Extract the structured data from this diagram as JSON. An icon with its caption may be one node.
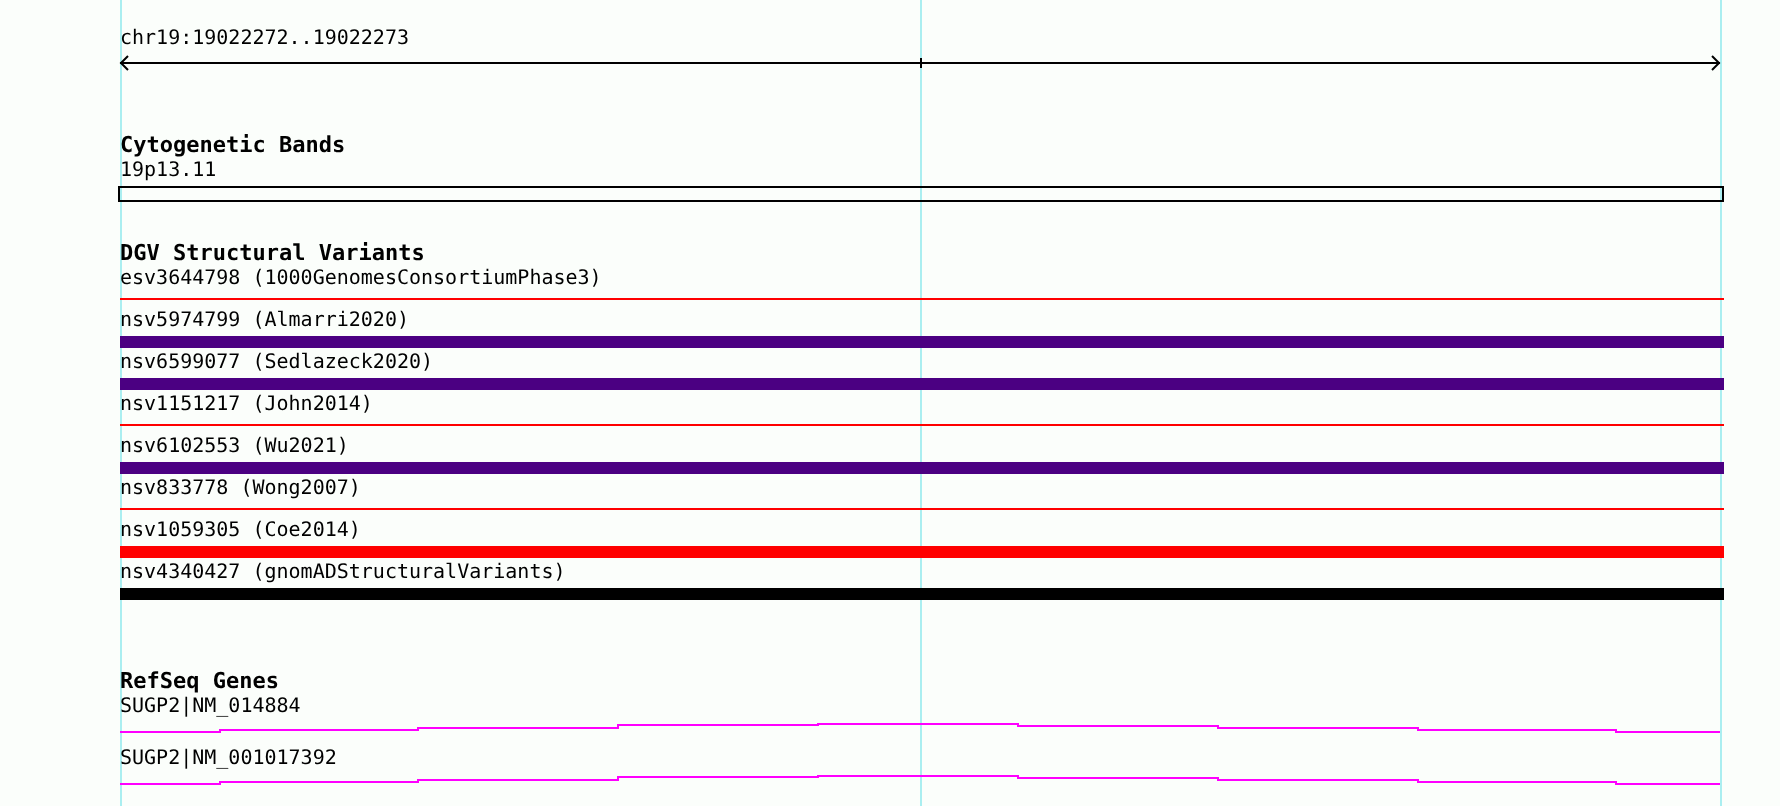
{
  "diagram": {
    "labels": [
      "chr19:19022272..19022273",
      "Cytogenetic Bands",
      "19p13.11",
      "DGV Structural Variants",
      "esv3644798 (1000GenomesConsortiumPhase3)",
      "nsv5974799 (Almarri2020)",
      "nsv6599077 (Sedlazeck2020)",
      "nsv1151217 (John2014)",
      "nsv6102553 (Wu2021)",
      "nsv833778 (Wong2007)",
      "nsv1059305 (Coe2014)",
      "nsv4340427 (gnomADStructuralVariants)",
      "RefSeq Genes",
      "SUGP2|NM_014884",
      "SUGP2|NM_001017392"
    ]
  }
}
